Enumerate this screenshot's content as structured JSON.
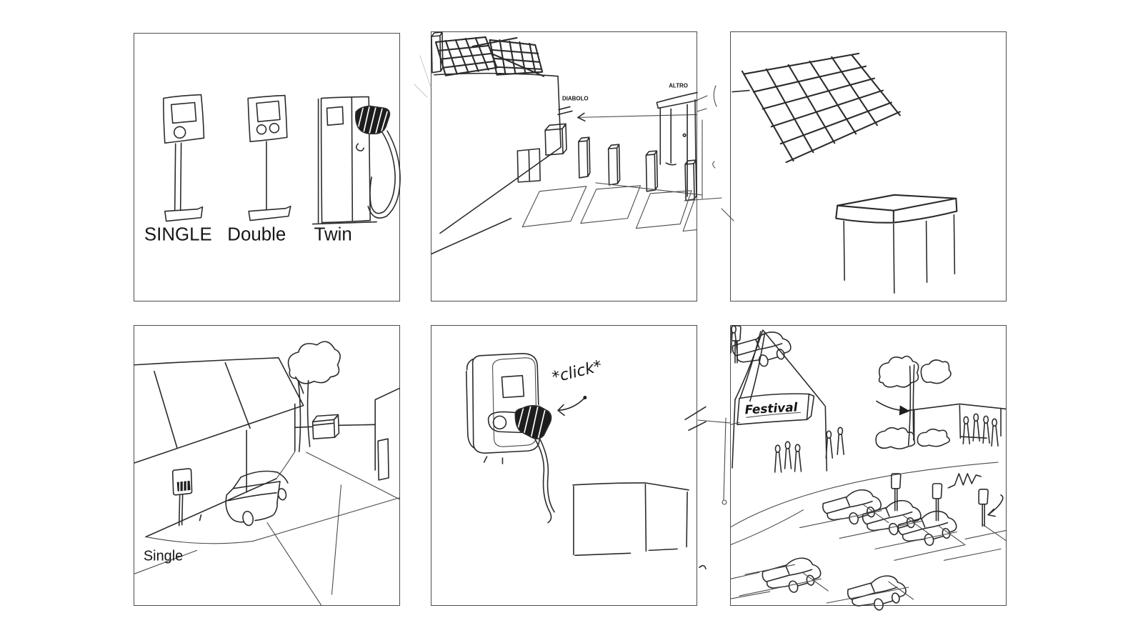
{
  "canvas": {
    "background": "#ffffff",
    "ink_color": "#2b2b2b",
    "panel_border_color": "#4d4d4d"
  },
  "storyboard": {
    "panel_1": {
      "name": "charger-types",
      "labels": {
        "single": "SINGLE",
        "double": "Double",
        "twin": "Twin"
      }
    },
    "panel_2": {
      "name": "street-chargers",
      "labels": {
        "diabolo": "DIABOLO",
        "altro": "ALTRO"
      }
    },
    "panel_3": {
      "name": "solar-panel-and-canopy",
      "labels": {}
    },
    "panel_4": {
      "name": "street-single-charger",
      "labels": {
        "single": "Single"
      }
    },
    "panel_5": {
      "name": "wallbox-plug",
      "labels": {
        "click": "*click*"
      }
    },
    "panel_6": {
      "name": "festival-parking",
      "labels": {
        "festival": "Festival"
      }
    }
  }
}
